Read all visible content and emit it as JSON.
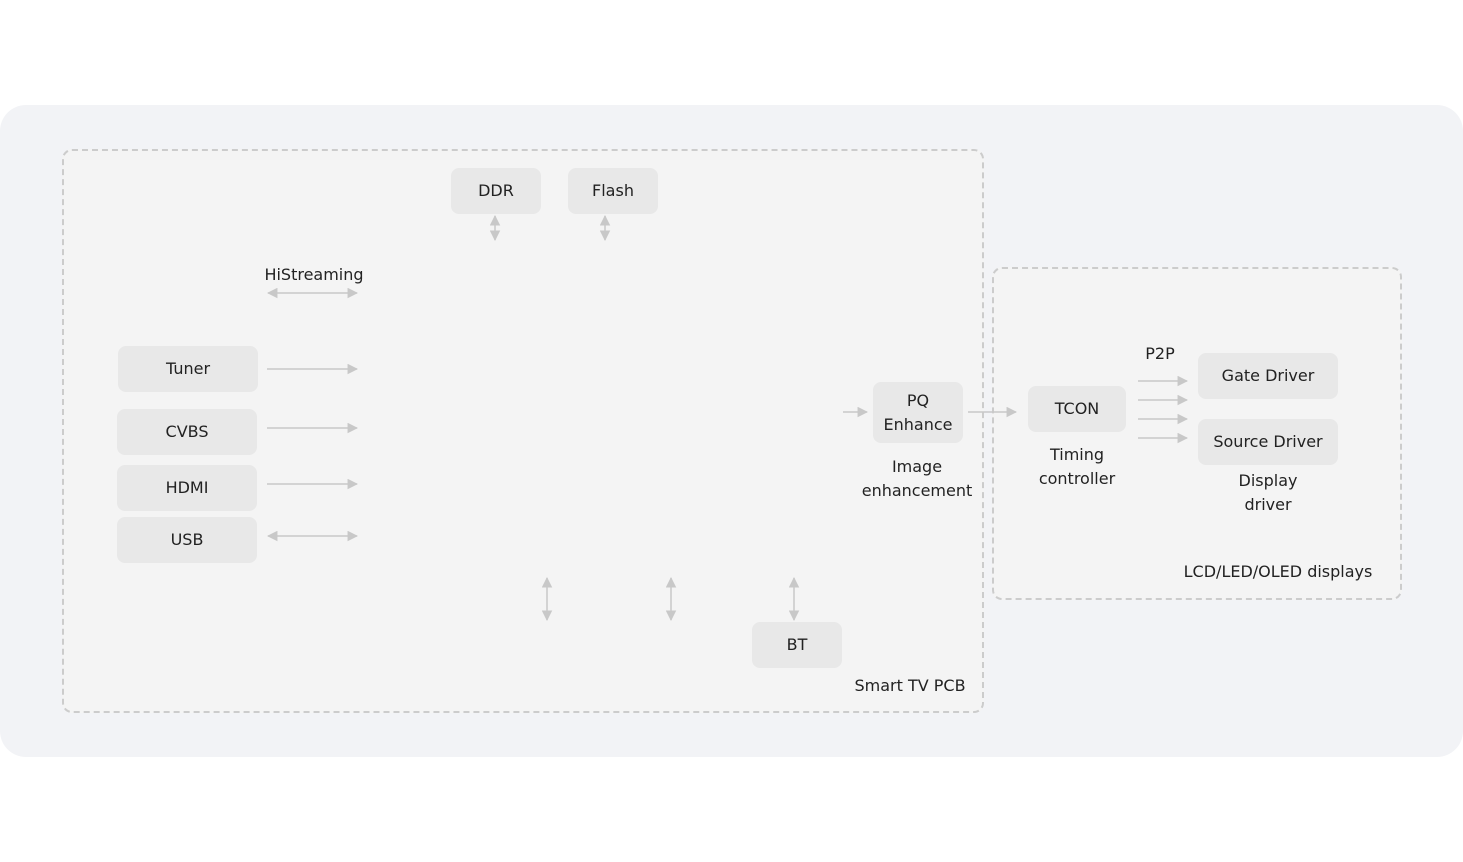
{
  "regions": {
    "pcb_label": "Smart TV PCB",
    "panel_label": "LCD/LED/OLED displays"
  },
  "blocks": {
    "ddr": "DDR",
    "flash": "Flash",
    "tuner": "Tuner",
    "cvbs": "CVBS",
    "hdmi": "HDMI",
    "usb": "USB",
    "bt": "BT",
    "pq_line1": "PQ",
    "pq_line2": "Enhance",
    "tcon": "TCON",
    "gate_driver": "Gate Driver",
    "source_driver": "Source Driver"
  },
  "captions": {
    "histreaming": "HiStreaming",
    "p2p": "P2P",
    "image_line1": "Image",
    "image_line2": "enhancement",
    "timing_line1": "Timing",
    "timing_line2": "controller",
    "display_line1": "Display",
    "display_line2": "driver"
  },
  "colors": {
    "background": "#f2f3f6",
    "region_fill": "#f4f4f4",
    "block_fill": "#e8e8e8",
    "dashed_border": "#cccccc",
    "connector": "#c8c8c8"
  }
}
